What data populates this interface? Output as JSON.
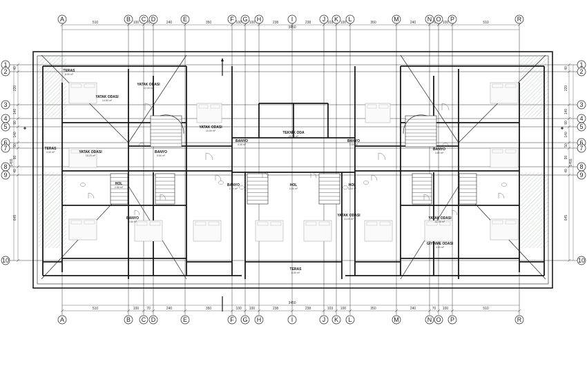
{
  "grid_x_labels": [
    "A",
    "B",
    "C",
    "D",
    "E",
    "F",
    "G",
    "H",
    "I",
    "J",
    "K",
    "L",
    "M",
    "N",
    "O",
    "P",
    "R"
  ],
  "grid_y_labels": [
    "1",
    "2",
    "3",
    "4",
    "5",
    "6",
    "7",
    "8",
    "9",
    "10"
  ],
  "dims_x": [
    "510",
    "100",
    "70",
    "240",
    "350",
    "100",
    "100",
    "238",
    "238",
    "103",
    "100",
    "350",
    "240",
    "70",
    "100",
    "510"
  ],
  "total_x": "3450",
  "dims_y_left": [
    "40",
    "220",
    "140",
    "90",
    "140",
    "50",
    "90",
    "40",
    "645"
  ],
  "total_y": "1455",
  "rooms": [
    {
      "name": "TERAS",
      "area": "8.50 m²"
    },
    {
      "name": "YATAK ODASI",
      "area": "12.00 m²"
    },
    {
      "name": "YATAK ODASI",
      "area": "14.50 m²"
    },
    {
      "name": "YATAK ODASI",
      "area": "10.50 m²"
    },
    {
      "name": "TERAS",
      "area": "4.00 m²"
    },
    {
      "name": "YATAK ODASI",
      "area": "15.20 m²"
    },
    {
      "name": "BANYO",
      "area": "5.60 m²"
    },
    {
      "name": "HOL",
      "area": "2.80 m²"
    },
    {
      "name": "BANYO",
      "area": "3.50 m²"
    },
    {
      "name": "TEKNİK ODA",
      "area": "20.00 m²"
    },
    {
      "name": "BANYO",
      "area": "3.60 m²"
    },
    {
      "name": "HOL",
      "area": "3.00 m²"
    },
    {
      "name": "BANYO",
      "area": "4.40 m²"
    },
    {
      "name": "HOL",
      "area": "3.10 m²"
    },
    {
      "name": "BANYO",
      "area": "3.50 m²"
    },
    {
      "name": "YATAK ODASI",
      "area": "13.00 m²"
    },
    {
      "name": "BANYO",
      "area": "3.80 m²"
    },
    {
      "name": "YATAK ODASI",
      "area": "12.00 m²"
    },
    {
      "name": "GİYİNME ODASI",
      "area": "4.00 m²"
    },
    {
      "name": "TERAS",
      "area": "8.50 m²"
    }
  ],
  "colors": {
    "line": "#333333",
    "wall": "#1a1a1a",
    "hatch": "#9aa89a",
    "terrace": "#e9efe9"
  }
}
